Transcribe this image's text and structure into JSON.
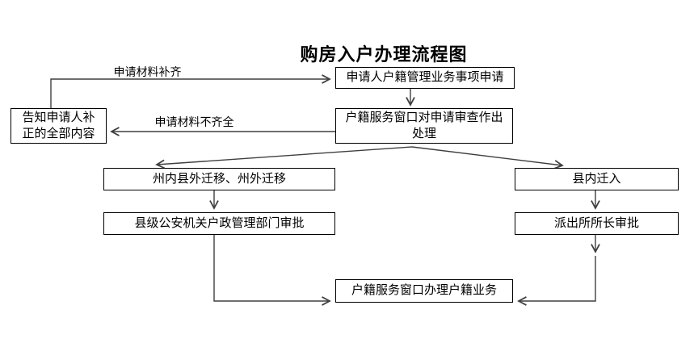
{
  "title": "购房入户办理流程图",
  "nodes": {
    "apply": {
      "label": "申请人户籍管理业务事项申请"
    },
    "review": {
      "line1": "户籍服务窗口对申请审查作出",
      "line2": "处理"
    },
    "notify": {
      "line1": "告知申请人补",
      "line2": "正的全部内容"
    },
    "transfer_out": {
      "label": "州内县外迁移、州外迁移"
    },
    "transfer_in": {
      "label": "县内迁入"
    },
    "county_approval": {
      "label": "县级公安机关户政管理部门审批"
    },
    "station_approval": {
      "label": "派出所所长审批"
    },
    "handle": {
      "label": "户籍服务窗口办理户籍业务"
    }
  },
  "edge_labels": {
    "materials_complete": "申请材料补齐",
    "materials_incomplete": "申请材料不齐全"
  },
  "edges": [
    {
      "from": "notify",
      "to": "apply",
      "label": "申请材料补齐"
    },
    {
      "from": "apply",
      "to": "review",
      "label": ""
    },
    {
      "from": "review",
      "to": "notify",
      "label": "申请材料不齐全"
    },
    {
      "from": "review",
      "to": "transfer_out",
      "label": ""
    },
    {
      "from": "review",
      "to": "transfer_in",
      "label": ""
    },
    {
      "from": "transfer_out",
      "to": "county_approval",
      "label": ""
    },
    {
      "from": "transfer_in",
      "to": "station_approval",
      "label": ""
    },
    {
      "from": "county_approval",
      "to": "handle",
      "label": ""
    },
    {
      "from": "station_approval",
      "to": "handle",
      "label": ""
    }
  ],
  "colors": {
    "background": "#ffffff",
    "border": "#000000",
    "text": "#000000",
    "line": "#3f3f3f"
  }
}
